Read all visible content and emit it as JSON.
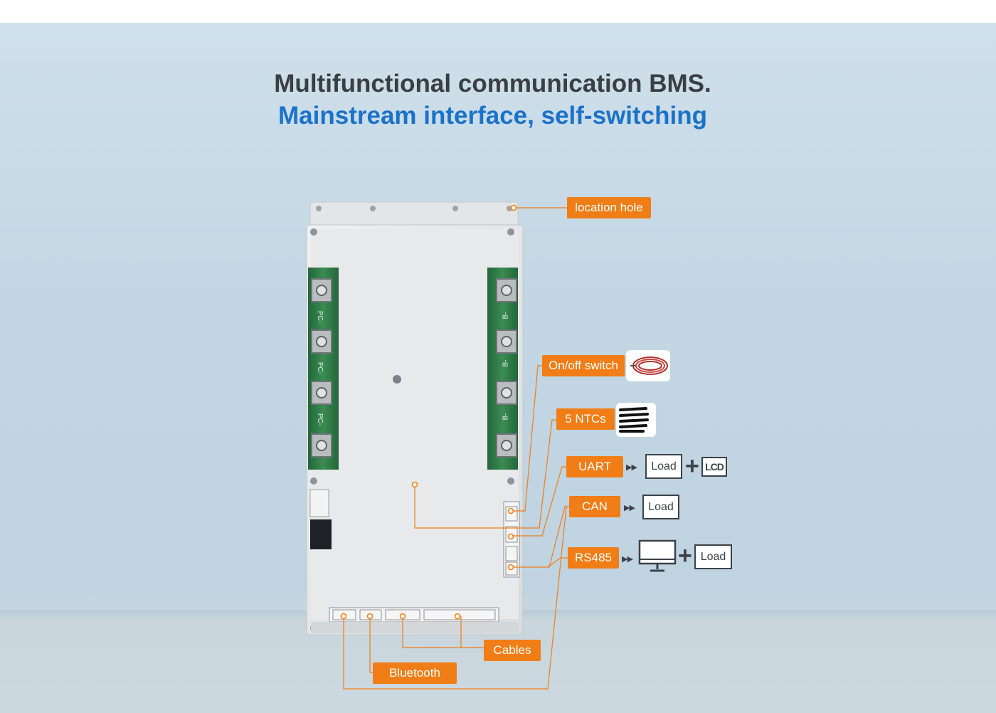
{
  "title": {
    "line1": "Multifunctional communication BMS.",
    "line2": "Mainstream interface, self-switching"
  },
  "board": {
    "left_terminal_label": "PC-",
    "right_terminal_label": "B-",
    "lcd_icon_text": "LCD"
  },
  "callouts": {
    "location_hole": "location hole",
    "on_off_switch": "On/off switch",
    "ntcs": "5 NTCs",
    "uart": "UART",
    "can": "CAN",
    "rs485": "RS485",
    "cables": "Cables",
    "bluetooth": "Bluetooth"
  },
  "targets": {
    "arrow_glyph": "▶▶",
    "plus": "+",
    "uart_load": "Load",
    "can_load": "Load",
    "rs485_load": "Load"
  },
  "colors": {
    "accent_orange": "#f07d16",
    "title_dark": "#3a3f45",
    "title_blue": "#1a72c9",
    "pcb_green": "#2e7a43"
  }
}
